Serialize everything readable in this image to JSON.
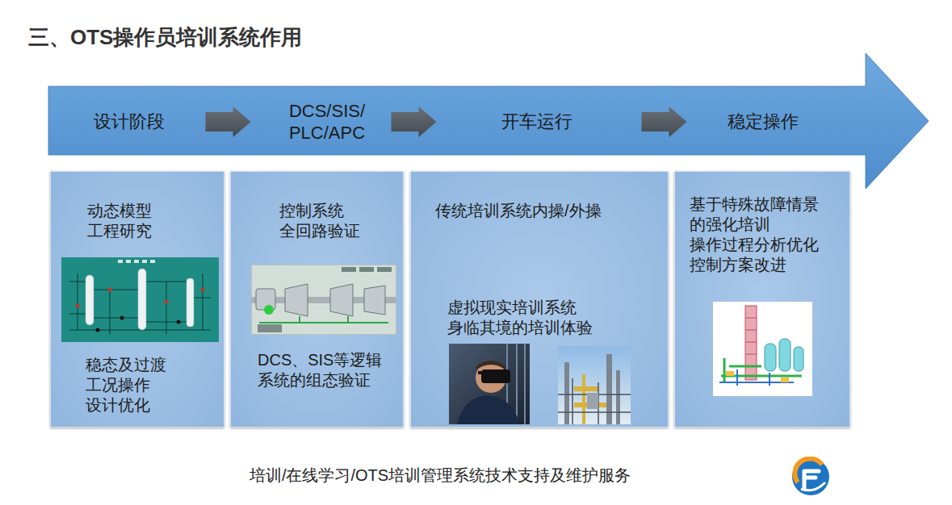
{
  "diagram": {
    "title": "三、OTS操作员培训系统作用",
    "caption": "培训/在线学习/OTS培训管理系统技术支持及维护服务",
    "nodes": [
      {
        "text": [
          "设计阶段"
        ]
      },
      {
        "text": [
          "DCS/SIS/ PLC/APC"
        ]
      },
      {
        "text": [
          "开车运行"
        ]
      },
      {
        "text": [
          "稳定操作"
        ]
      },
      {
        "text": [
          "动态模型 工程研究",
          "稳态及过渡 工况操作 设计优化"
        ]
      },
      {
        "text": [
          "控制系统 全回路验证",
          "DCS、SIS等逻辑 系统的组态验证"
        ]
      },
      {
        "text": [
          "传统培训系统内操/外操",
          "虚拟现实培训系统 身临其境的培训体验"
        ]
      },
      {
        "text": [
          "基于特殊故障情景 的强化培训",
          "操作过程分析优化",
          "控制方案改进"
        ]
      }
    ],
    "edges": [
      {
        "from": 0,
        "to": 1,
        "arrow": "to"
      },
      {
        "from": 1,
        "to": 2,
        "arrow": "to"
      },
      {
        "from": 2,
        "to": 3,
        "arrow": "to"
      }
    ]
  }
}
